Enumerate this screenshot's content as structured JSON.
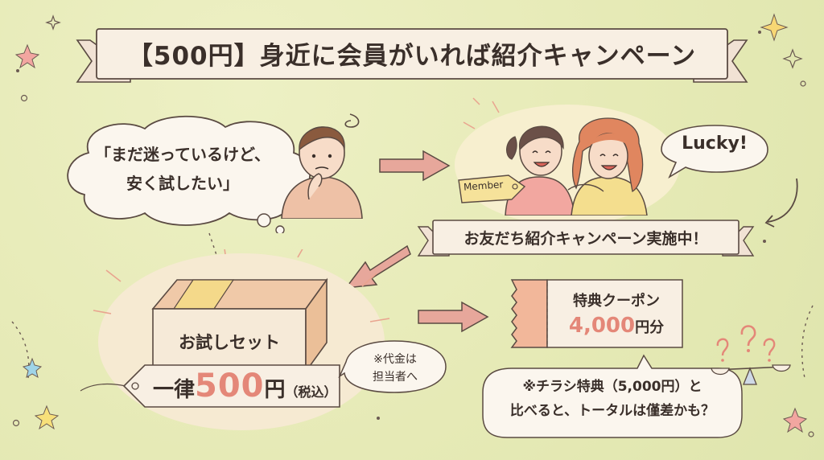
{
  "title": "【500円】身近に会員がいれば紹介キャンペーン",
  "thought": {
    "line1": "「まだ迷っているけど、",
    "line2": "安く試したい」"
  },
  "member_tag": "Member",
  "lucky": "Lucky!",
  "campaign_banner": "お友だち紹介キャンペーン実施中！",
  "trial": {
    "box_label": "お試しセット",
    "price_prefix": "一律",
    "price_value": "500",
    "price_suffix": "円",
    "price_tax": "（税込）"
  },
  "payment_note": {
    "line1": "※代金は",
    "line2": "担当者へ"
  },
  "coupon": {
    "label": "特典クーポン",
    "amount": "4,000",
    "unit": "円分"
  },
  "compare_note": {
    "line1": "※チラシ特典（5,000円）と",
    "line2": "比べると、トータルは僅差かも？"
  },
  "colors": {
    "background": "#e6eab6",
    "banner": "#f6ede0",
    "arrow": "#e7a79b",
    "accent_price": "#e48778",
    "coupon": "#f2b79a",
    "text": "#3a2f2a"
  }
}
